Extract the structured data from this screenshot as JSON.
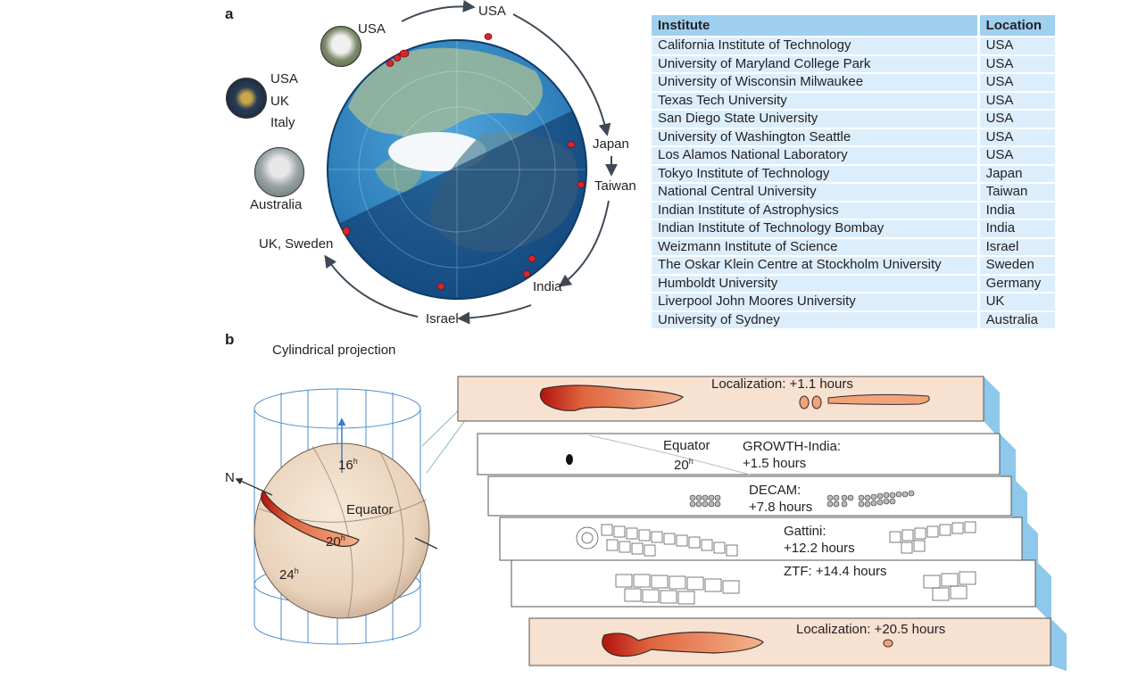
{
  "panel_a": {
    "letter": "a",
    "arc_labels": {
      "usa_top": "USA",
      "usa_left": "USA",
      "japan": "Japan",
      "taiwan": "Taiwan",
      "india": "India",
      "israel": "Israel",
      "uk_sweden": "UK, Sweden",
      "australia": "Australia"
    },
    "satellite_labels": [
      "USA",
      "UK",
      "Italy"
    ],
    "table": {
      "headers": {
        "institute": "Institute",
        "location": "Location"
      },
      "rows": [
        {
          "institute": "California Institute of Technology",
          "location": "USA"
        },
        {
          "institute": "University of Maryland College Park",
          "location": "USA"
        },
        {
          "institute": "University of Wisconsin Milwaukee",
          "location": "USA"
        },
        {
          "institute": "Texas Tech University",
          "location": "USA"
        },
        {
          "institute": "San Diego State University",
          "location": "USA"
        },
        {
          "institute": "University of Washington Seattle",
          "location": "USA"
        },
        {
          "institute": "Los Alamos National Laboratory",
          "location": "USA"
        },
        {
          "institute": "Tokyo Institute of Technology",
          "location": "Japan"
        },
        {
          "institute": "National Central University",
          "location": "Taiwan"
        },
        {
          "institute": "Indian Institute of Astrophysics",
          "location": "India"
        },
        {
          "institute": "Indian Institute of Technology Bombay",
          "location": "India"
        },
        {
          "institute": "Weizmann Institute of Science",
          "location": "Israel"
        },
        {
          "institute": "The Oskar Klein Centre at Stockholm University",
          "location": "Sweden"
        },
        {
          "institute": "Humboldt University",
          "location": "Germany"
        },
        {
          "institute": "Liverpool John Moores University",
          "location": "UK"
        },
        {
          "institute": "University of Sydney",
          "location": "Australia"
        }
      ]
    }
  },
  "panel_b": {
    "letter": "b",
    "title": "Cylindrical projection",
    "globe_labels": {
      "north": "N",
      "equator": "Equator",
      "ra16": "16",
      "ra20": "20",
      "ra24": "24",
      "hour_sup": "h"
    },
    "strips": [
      {
        "label": "Localization: +1.1 hours"
      },
      {
        "label_l1": "GROWTH-India:",
        "label_l2": "+1.5 hours",
        "equator": "Equator",
        "ra": "20"
      },
      {
        "label_l1": "DECAM:",
        "label_l2": "+7.8 hours"
      },
      {
        "label_l1": "Gattini:",
        "label_l2": "+12.2 hours"
      },
      {
        "label": "ZTF: +14.4 hours"
      },
      {
        "label": "Localization: +20.5 hours"
      }
    ]
  },
  "colors": {
    "table_header": "#9fd0ef",
    "table_row": "#dceefb",
    "ocean": "#2a7fc0",
    "arrow": "#3d4a55",
    "site_marker": "#d7262b",
    "strip_bg": "#f7e1d1",
    "strip_side": "#8ec8ea",
    "localization": "#c8321e"
  }
}
